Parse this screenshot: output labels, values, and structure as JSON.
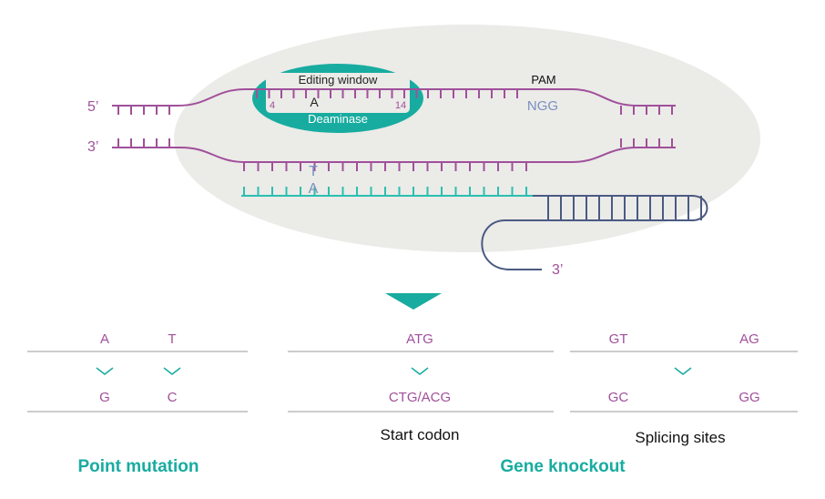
{
  "diagram": {
    "strand_top_5prime": "5’",
    "strand_bottom_3prime": "3’",
    "guide_3prime": "3’",
    "editing_window": "Editing window",
    "window_base": "A",
    "window_start": "4",
    "window_end": "14",
    "deaminase": "Deaminase",
    "pam_label": "PAM",
    "pam_seq": "NGG",
    "target_base": "T",
    "guide_base": "A"
  },
  "outcomes": {
    "point": {
      "from": [
        "A",
        "T"
      ],
      "to": [
        "G",
        "C"
      ],
      "label": "Point mutation"
    },
    "start_codon": {
      "from": "ATG",
      "to": "CTG/ACG",
      "label": "Start codon"
    },
    "splicing": {
      "from": [
        "GT",
        "AG"
      ],
      "to": [
        "GC",
        "GG"
      ],
      "label": "Splicing sites"
    },
    "knockout_label": "Gene knockout"
  },
  "colors": {
    "dna": "#a0509a",
    "guide": "#2bbfb0",
    "scaffold": "#4a5a82",
    "blue_text": "#7c8fc0",
    "teal": "#18aca0",
    "ellipse": "#ebebe8",
    "line": "#999999"
  }
}
